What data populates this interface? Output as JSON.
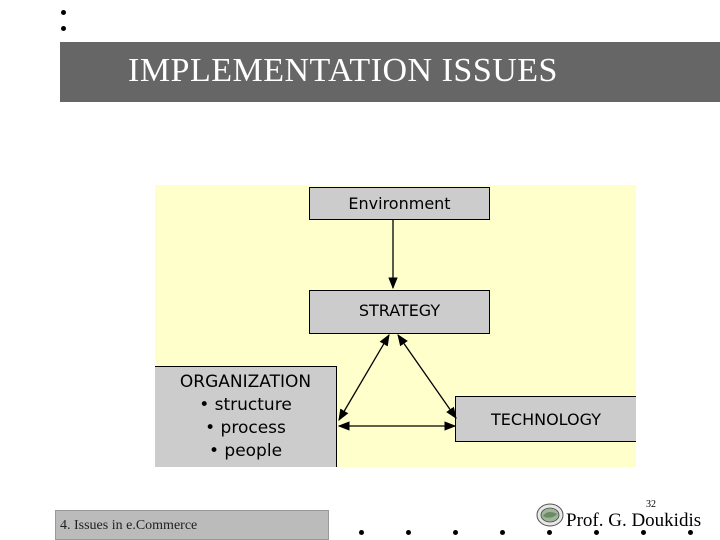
{
  "slide": {
    "title": "IMPLEMENTATION ISSUES",
    "page_number": "32",
    "footer_label": "4. Issues in e.Commerce",
    "author": "Prof. G. Doukidis"
  },
  "diagram": {
    "environment": "Environment",
    "strategy": "STRATEGY",
    "organization": {
      "title": "ORGANIZATION",
      "items": [
        "• structure",
        "• process",
        "• people"
      ]
    },
    "technology": "TECHNOLOGY"
  },
  "colors": {
    "title_bar": "#666666",
    "diagram_background": "#ffffcc",
    "box_fill": "#cccccc",
    "footer_bar": "#bbbbbb"
  }
}
